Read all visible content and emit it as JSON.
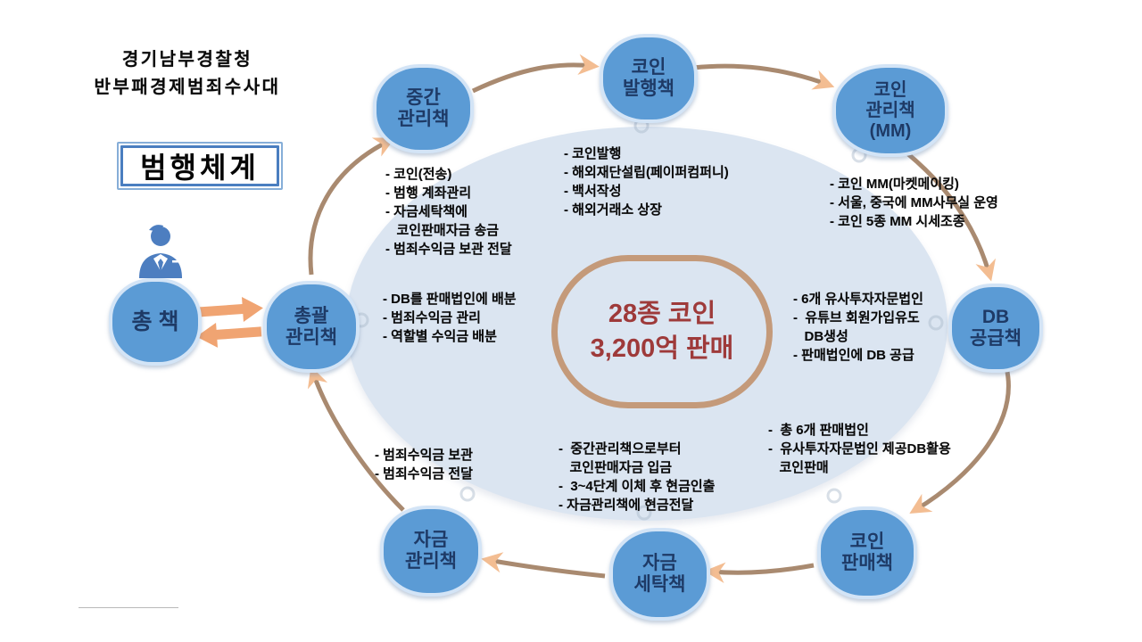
{
  "agency": {
    "line1": "경기남부경찰청",
    "line2": "반부패경제범죄수사대"
  },
  "title_box": {
    "label": "범행체계"
  },
  "center_summary": {
    "text": "28종 코인\n3,200억 판매"
  },
  "nodes": {
    "boss": {
      "label": "총 책"
    },
    "general": {
      "label": "총괄\n관리책"
    },
    "middle": {
      "label": "중간\n관리책"
    },
    "issuer": {
      "label": "코인\n발행책"
    },
    "mm": {
      "label": "코인\n관리책\n(MM)"
    },
    "db": {
      "label": "DB\n공급책"
    },
    "sales": {
      "label": "코인\n판매책"
    },
    "launder": {
      "label": "자금\n세탁책"
    },
    "fund": {
      "label": "자금\n관리책"
    }
  },
  "notes": {
    "middle": "- 코인(전송)\n- 범행 계좌관리\n- 자금세탁책에\n   코인판매자금 송금\n- 범죄수익금 보관 전달",
    "issuer": "- 코인발행\n- 해외재단설립(페이퍼컴퍼니)\n- 백서작성\n- 해외거래소 상장",
    "mm": "- 코인 MM(마켓메이킹)\n- 서울, 중국에 MM사무실 운영\n- 코인 5종 MM 시세조종",
    "general": "- DB를 판매법인에 배분\n- 범죄수익금 관리\n- 역할별 수익금 배분",
    "db": "- 6개 유사투자자문법인\n-  유튜브 회원가입유도\n   DB생성\n- 판매법인에 DB 공급",
    "sales_corp": "-  총 6개 판매법인\n-  유사투자자문법인 제공DB활용\n   코인판매",
    "launder": "-  중간관리책으로부터\n   코인판매자금 입금\n-  3~4단계 이체 후 현금인출\n- 자금관리책에 현금전달",
    "fund": "- 범죄수익금 보관\n- 범죄수익금 전달"
  },
  "colors": {
    "node_fill": "#5b9bd5",
    "node_text": "#1e3a66",
    "ellipse_fill": "#dbe5f1",
    "ring_line": "#a98a70",
    "ring_arrowhead": "#f3bd92",
    "exchange_arrow": "#f0a472",
    "stadium_border": "#c49a7a",
    "center_text": "#9e3a3a",
    "title_border": "#4a7ec0"
  }
}
